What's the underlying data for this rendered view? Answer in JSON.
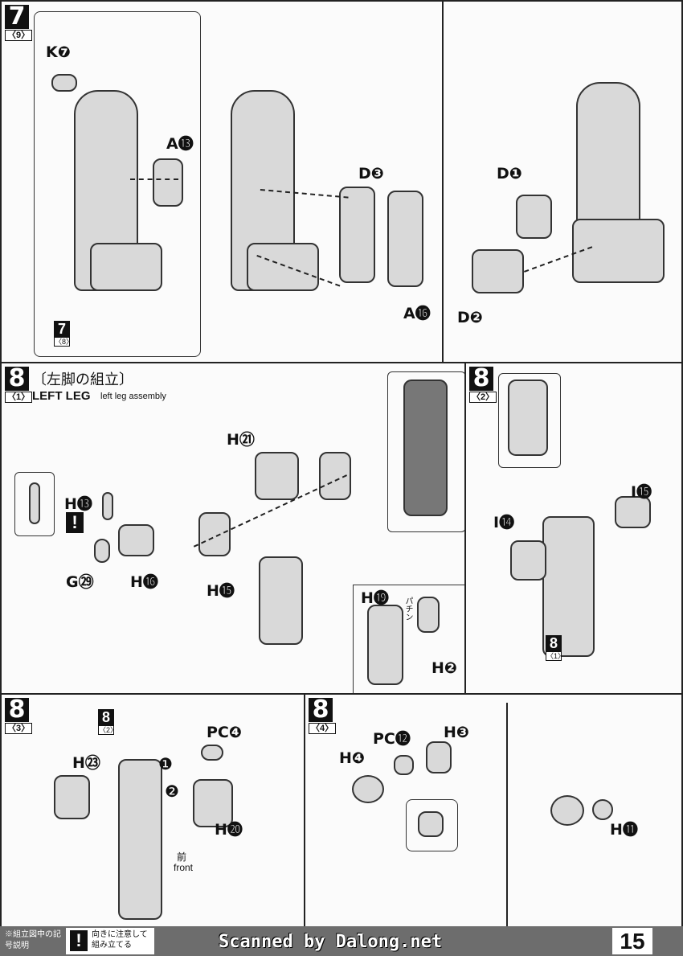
{
  "steps": [
    {
      "id": "7",
      "sub": "〈9〉"
    },
    {
      "id": "8",
      "sub": "〈1〉",
      "title_jp": "〔左脚の組立〕",
      "title_en": "LEFT LEG",
      "note": "left leg assembly"
    },
    {
      "id": "8",
      "sub": "〈2〉"
    },
    {
      "id": "8",
      "sub": "〈3〉"
    },
    {
      "id": "8",
      "sub": "〈4〉"
    }
  ],
  "step7_labels": {
    "k7": "K❼",
    "a13": "A⓭",
    "d3": "D❸",
    "d1": "D❶",
    "a16": "A⓰",
    "d2": "D❷",
    "ref_num": "7",
    "ref_sub": "〈8〉"
  },
  "step8_1_labels": {
    "h21": "H㉑",
    "h13": "H⓭",
    "g29": "G㉙",
    "h16": "H⓰",
    "h15": "H⓯",
    "h19": "H⓳",
    "h2": "H❷",
    "warn": "!",
    "sound": "パチン"
  },
  "step8_2_labels": {
    "i15": "I⓯",
    "i14": "I⓮",
    "ref_num": "8",
    "ref_sub": "〈1〉"
  },
  "step8_3_labels": {
    "pc4": "PC❹",
    "h23": "H㉓",
    "h20": "H⓴",
    "front_jp": "前",
    "front_en": "front",
    "ref_num": "8",
    "ref_sub": "〈2〉",
    "order1": "❶",
    "order2": "❷"
  },
  "step8_4_labels": {
    "pc12": "PC⓬",
    "h3": "H❸",
    "h4": "H❹",
    "h11": "H⓫"
  },
  "footer": {
    "legend_title": "※組立図中の記号説明",
    "warn_symbol": "!",
    "warn_text": "向きに注意して組み立てる",
    "scan_credit": "Scanned by Dalong.net",
    "page_number": "15"
  }
}
